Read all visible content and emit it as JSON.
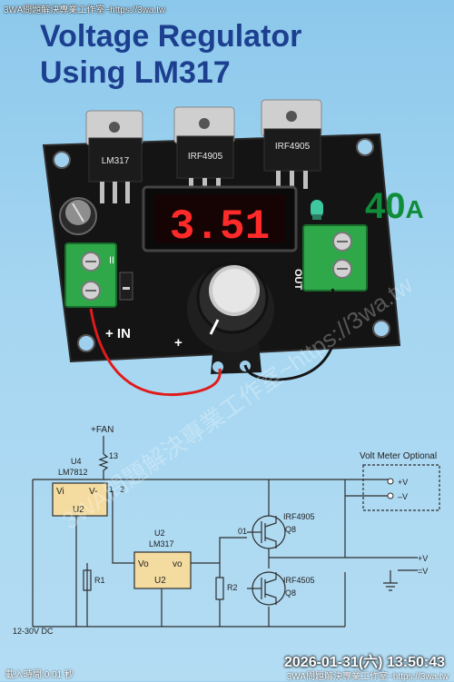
{
  "watermark": {
    "top": "3WA問題解決專業工作室~https://3wa.tw",
    "bottom_left": "載入時間:0.01 秒",
    "bottom_right": "3WA問題解決專業工作室~https://3wa.tw",
    "diagonal": "3WA問題解決專業工作室~https://3wa.tw"
  },
  "title": {
    "line1": "Voltage Regulator",
    "line2": "Using LM317"
  },
  "badge": {
    "value": "40",
    "unit": "A"
  },
  "board": {
    "chips": [
      "LM317",
      "IRF4905",
      "IRF4905"
    ],
    "display": "3.51",
    "input_label": "+ IN",
    "input_pins": "II",
    "output_label": "OUT",
    "plus_sign": "+"
  },
  "schematic": {
    "fan": "+FAN",
    "pin13": "13",
    "u4": "U4",
    "lm7812": "LM7812",
    "vi": "Vi",
    "vo1": "V-",
    "u2a": "U2",
    "pin2": "2",
    "pin1": "1",
    "volt_meter": "Volt Meter Optional",
    "plus_v": "+V",
    "minus_v": "–V",
    "irf4905": "IRF4905",
    "q8a": "Q8",
    "pin01": "01",
    "u2b_top": "U2",
    "lm317": "LM317",
    "vo_left": "Vo",
    "vo_right": "vo",
    "u2b": "U2",
    "r1": "R1",
    "r2": "R2",
    "irf4505": "IRF4505",
    "q8b": "Q8",
    "out_plus": "+V",
    "out_minus": "=V",
    "supply": "12-30V DC"
  },
  "timestamp": "2026-01-31(六) 13:50:43",
  "colors": {
    "title": "#1c3f8f",
    "badge": "#0f8d3a",
    "display": "#ff2a2a",
    "terminal": "#2fa84a"
  }
}
